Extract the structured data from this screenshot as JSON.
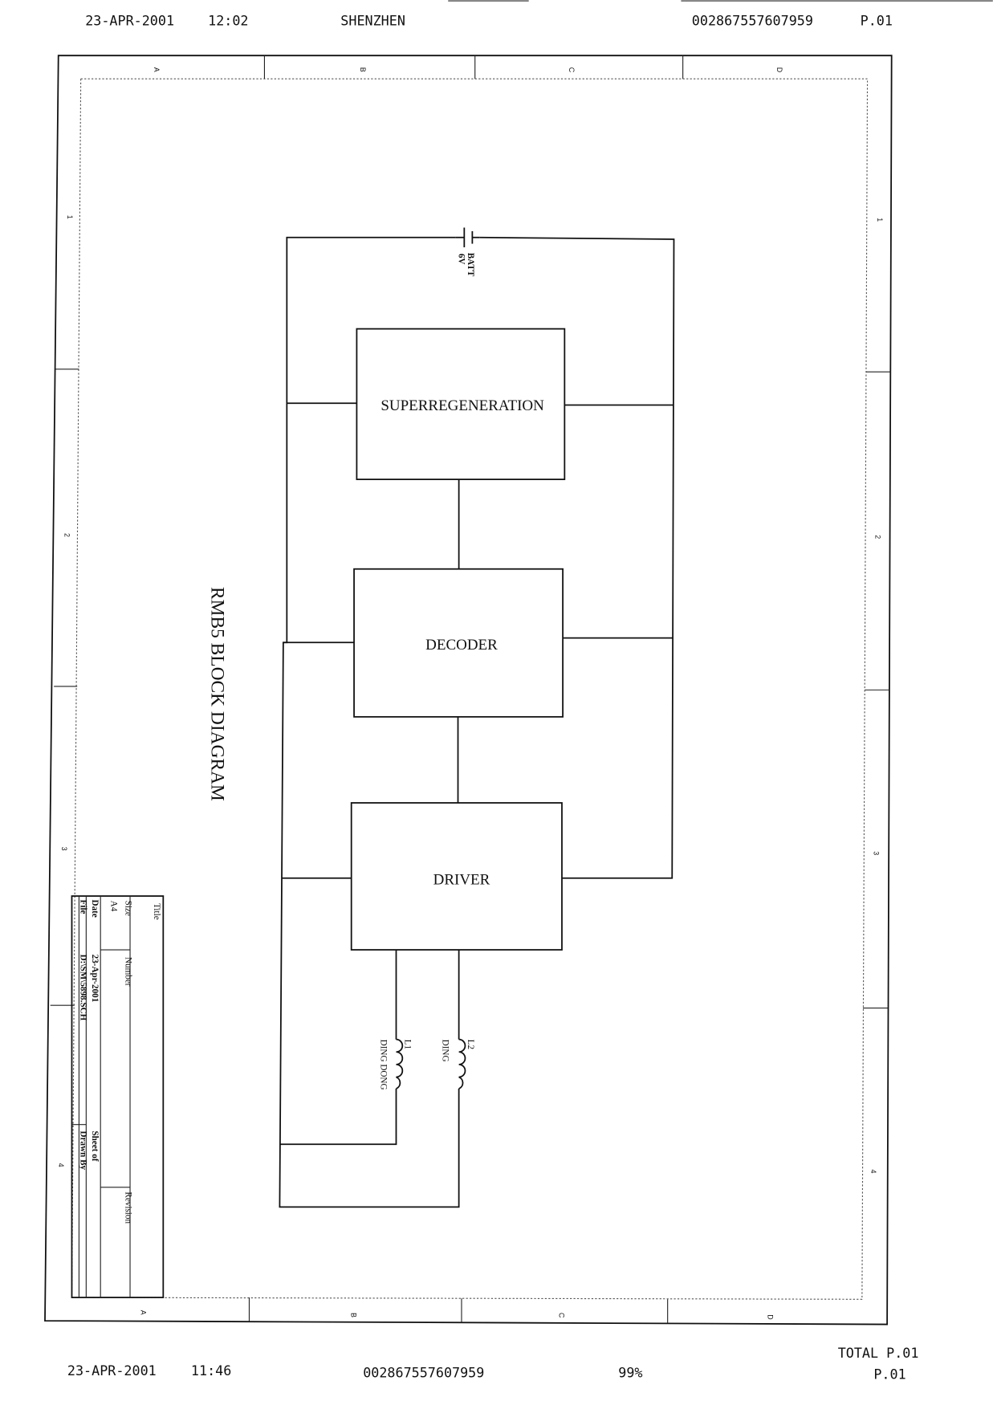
{
  "fax_header": {
    "date": "23-APR-2001",
    "time": "12:02",
    "location": "SHENZHEN",
    "number": "002867557607959",
    "page": "P.01"
  },
  "fax_footer": {
    "date": "23-APR-2001",
    "time": "11:46",
    "number": "002867557607959",
    "quality": "99%",
    "total": "TOTAL P.01",
    "page": "P.01"
  },
  "zones": {
    "columns": [
      "A",
      "B",
      "C",
      "D"
    ],
    "rows": [
      "1",
      "2",
      "3",
      "4"
    ]
  },
  "diagram": {
    "title": "RMB5 BLOCK DIAGRAM",
    "battery": {
      "label": "BATT",
      "voltage": "6V"
    },
    "blocks": [
      "SUPERREGENERATION",
      "DECODER",
      "DRIVER"
    ],
    "coils": [
      {
        "ref": "L1",
        "name": "DING DONG"
      },
      {
        "ref": "L2",
        "name": "DING"
      }
    ]
  },
  "title_block": {
    "title_label": "Title",
    "size_label": "Size",
    "size": "A4",
    "number_label": "Number",
    "revision_label": "Revision",
    "date_label": "Date",
    "date": "23-Apr-2001",
    "sheet_label": "Sheet    of",
    "file_label": "File",
    "file": "D:\\SM\\5898.SCH",
    "drawn_label": "Drawn By"
  }
}
